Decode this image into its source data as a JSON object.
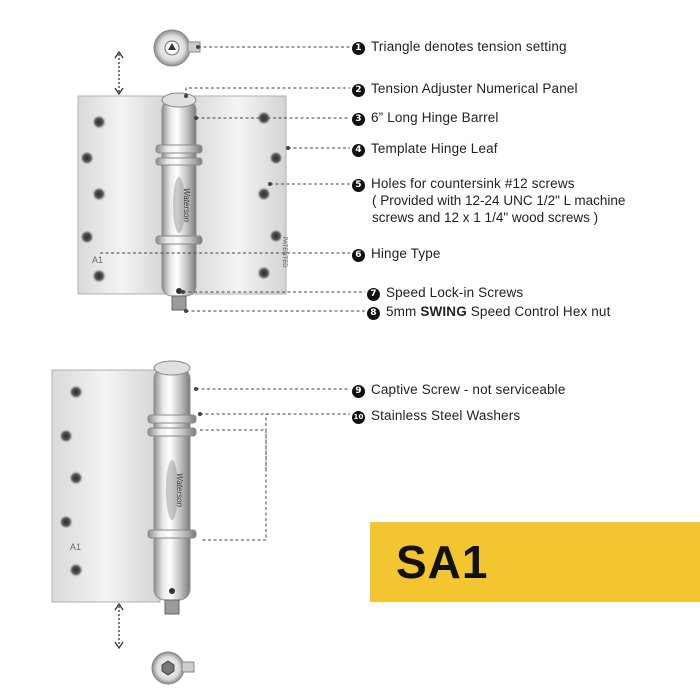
{
  "callouts": [
    {
      "num": "1",
      "text": "Triangle denotes tension setting"
    },
    {
      "num": "2",
      "text": "Tension Adjuster Numerical Panel"
    },
    {
      "num": "3",
      "text": "6” Long Hinge Barrel"
    },
    {
      "num": "4",
      "text": "Template Hinge Leaf"
    },
    {
      "num": "5",
      "text": "Holes for countersink #12 screws",
      "line2": "( Provided with 12-24 UNC 1/2\" L machine",
      "line3": "screws and 12 x 1 1/4\" wood screws )"
    },
    {
      "num": "6",
      "text": "Hinge Type"
    },
    {
      "num": "7",
      "text": "Speed Lock-in Screws"
    },
    {
      "num": "8",
      "pre": "5mm ",
      "bold": "SWING",
      "post": " Speed Control Hex nut"
    },
    {
      "num": "9",
      "text": "Captive Screw - not serviceable"
    },
    {
      "num": "10",
      "text": "Stainless Steel Washers"
    }
  ],
  "model_label": "SA1",
  "hinge_marks": {
    "brand": "Waterson",
    "leaf_code": "A1",
    "stamp": "PATENTED"
  },
  "colors": {
    "badge": "#f2c531",
    "steel_light": "#e6e6e6",
    "steel_dark": "#9a9a9a",
    "text": "#222222"
  },
  "icons": [
    "adjuster-dial-icon",
    "double-arrow-icon",
    "hex-nut-icon"
  ]
}
